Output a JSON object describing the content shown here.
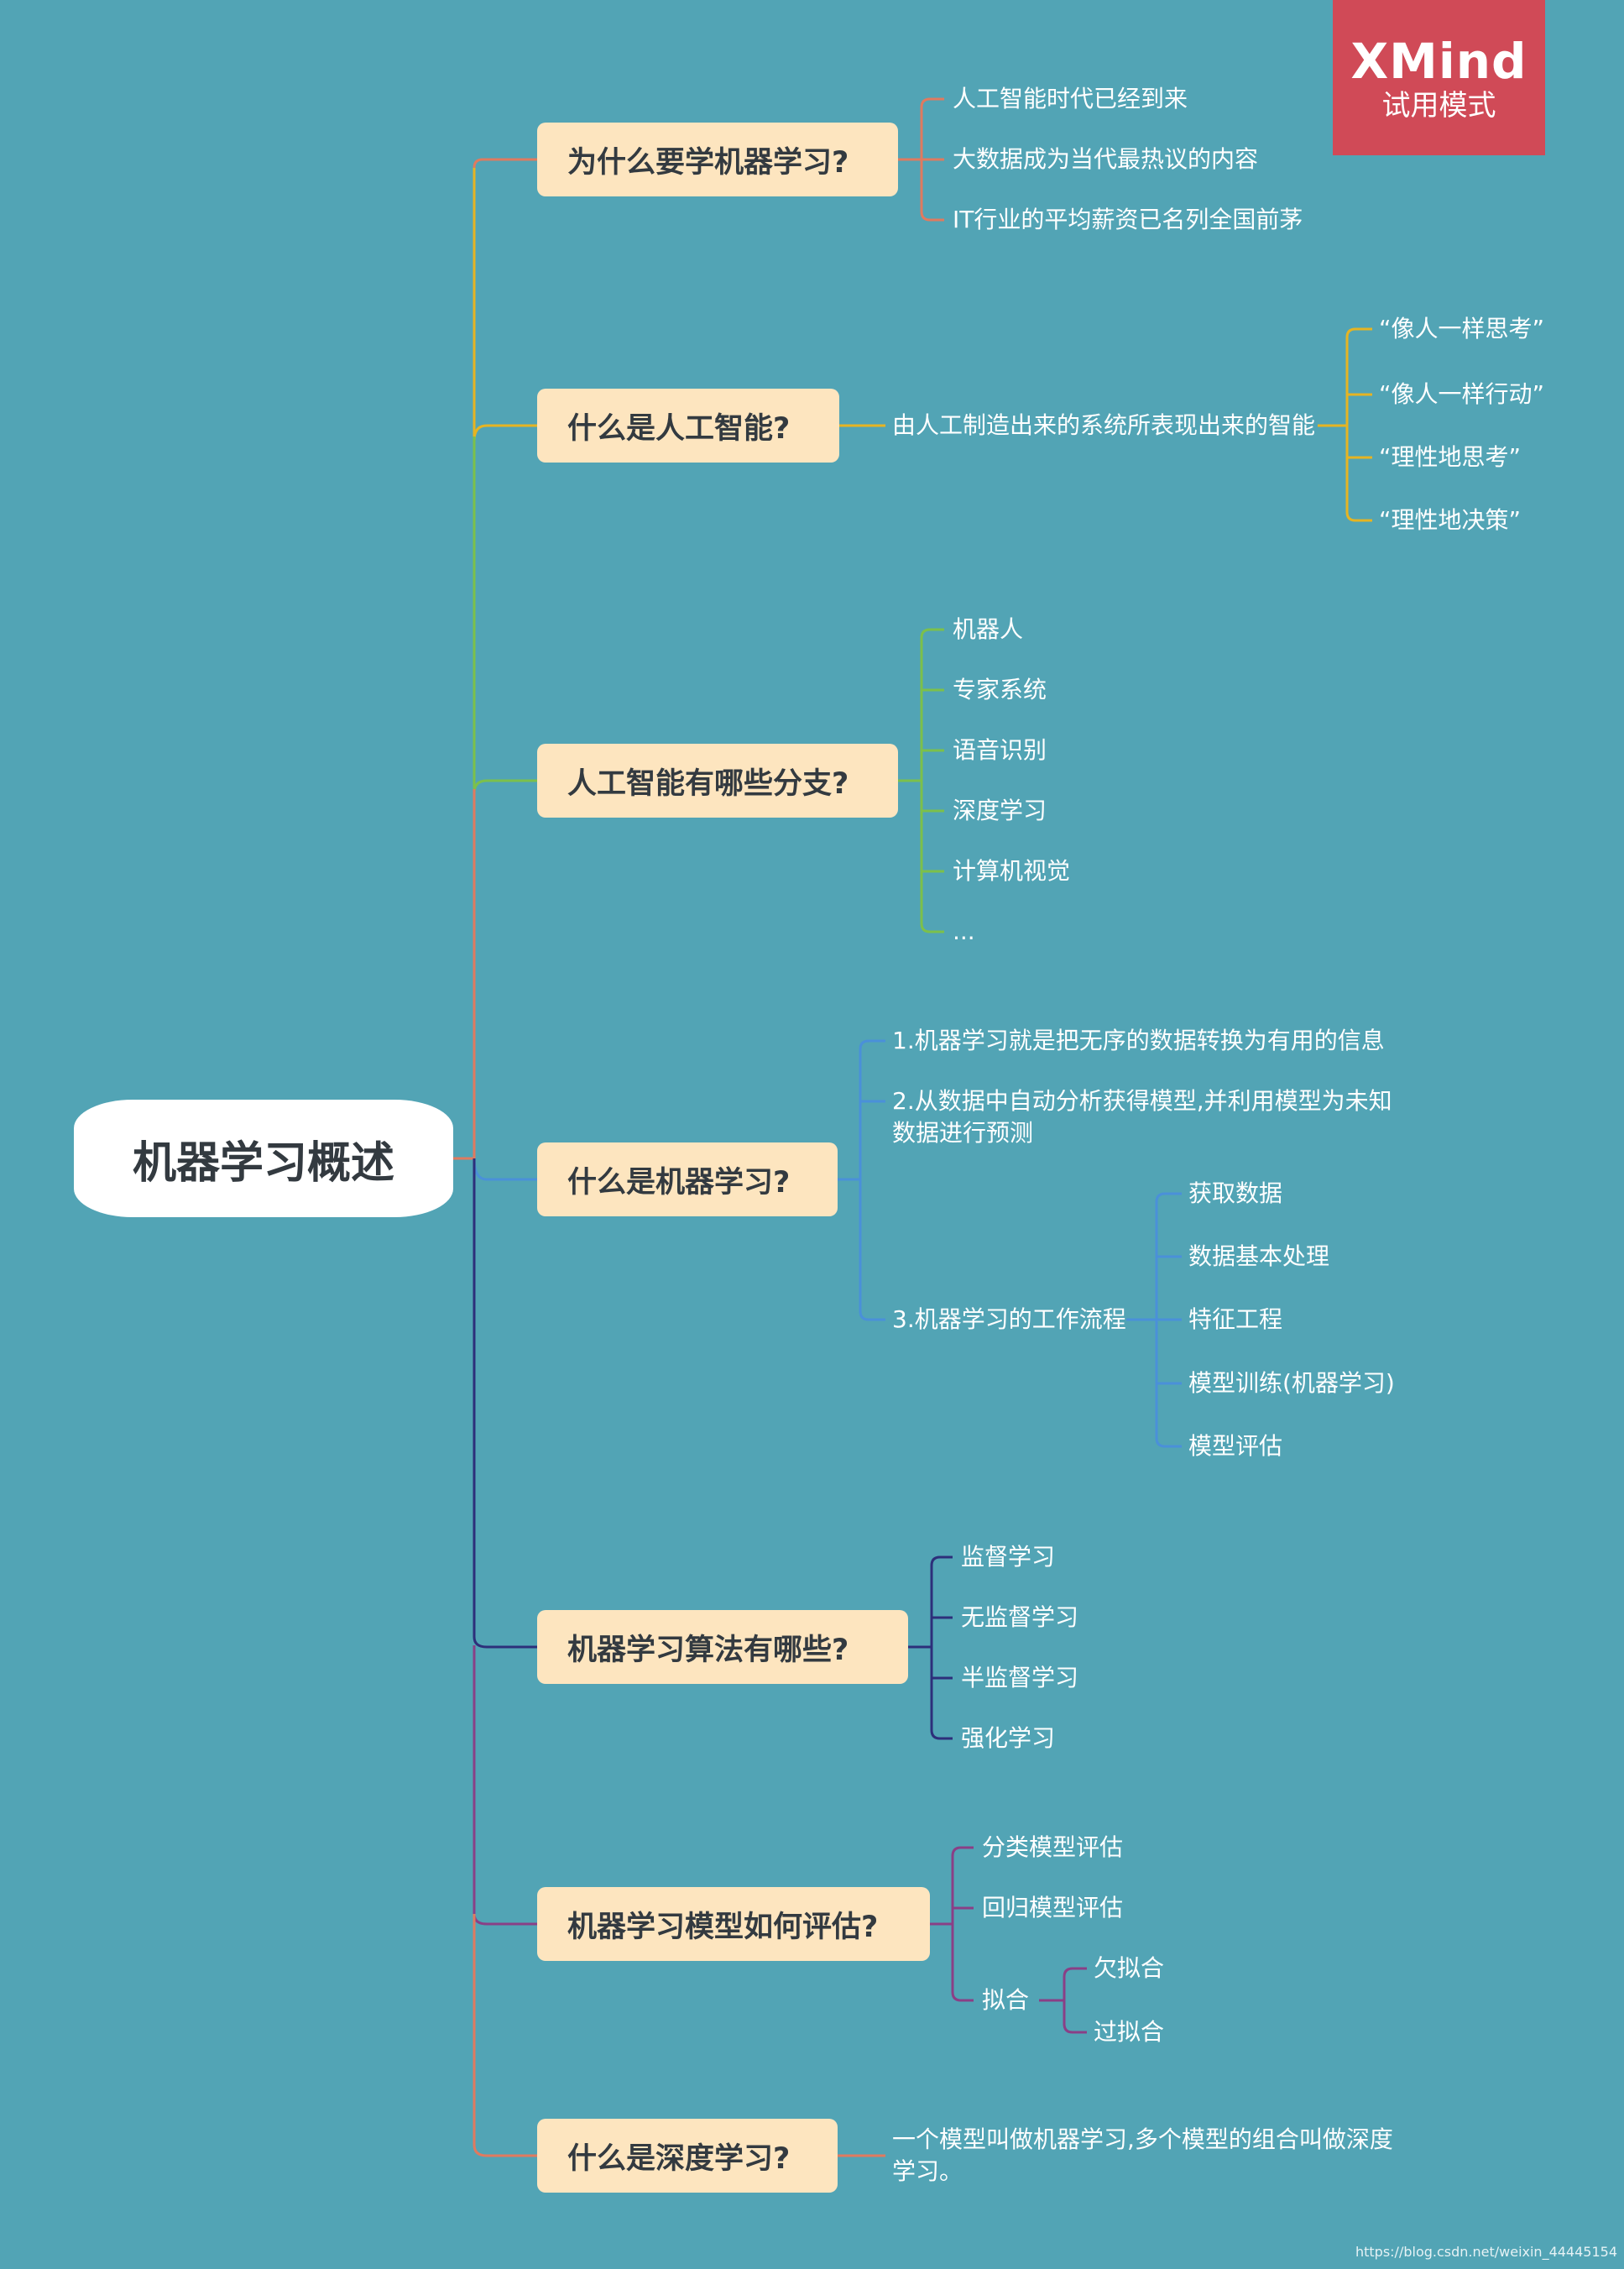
{
  "badge": {
    "brand": "XMind",
    "sub": "试用模式"
  },
  "root": {
    "title": "机器学习概述"
  },
  "topics": [
    {
      "label": "为什么要学机器学习?",
      "color": "#e07a5f",
      "children": [
        "人工智能时代已经到来",
        "大数据成为当代最热议的内容",
        "IT行业的平均薪资已名列全国前茅"
      ]
    },
    {
      "label": "什么是人工智能?",
      "color": "#e6b422",
      "children": [
        "由人工制造出来的系统所表现出来的智能"
      ],
      "grandchildren": [
        "“像人一样思考”",
        "“像人一样行动”",
        "“理性地思考”",
        "“理性地决策”"
      ]
    },
    {
      "label": "人工智能有哪些分支?",
      "color": "#7cc04b",
      "children": [
        "机器人",
        "专家系统",
        "语音识别",
        "深度学习",
        "计算机视觉",
        "..."
      ]
    },
    {
      "label": "什么是机器学习?",
      "color": "#4a90d9",
      "children": [
        "1.机器学习就是把无序的数据转换为有用的信息",
        "2.从数据中自动分析获得模型,并利用模型为未知数据进行预测",
        "3.机器学习的工作流程"
      ],
      "grandchildren": [
        "获取数据",
        "数据基本处理",
        "特征工程",
        "模型训练(机器学习)",
        "模型评估"
      ]
    },
    {
      "label": "机器学习算法有哪些?",
      "color": "#2d2f7a",
      "children": [
        "监督学习",
        "无监督学习",
        "半监督学习",
        "强化学习"
      ]
    },
    {
      "label": "机器学习模型如何评估?",
      "color": "#8a3f86",
      "children": [
        "分类模型评估",
        "回归模型评估",
        "拟合"
      ],
      "grandchildren": [
        "欠拟合",
        "过拟合"
      ]
    },
    {
      "label": "什么是深度学习?",
      "color": "#e07a5f",
      "children": [
        "一个模型叫做机器学习,多个模型的组合叫做深度学习。"
      ]
    }
  ],
  "footer": {
    "url": "https://blog.csdn.net/weixin_44445154"
  }
}
